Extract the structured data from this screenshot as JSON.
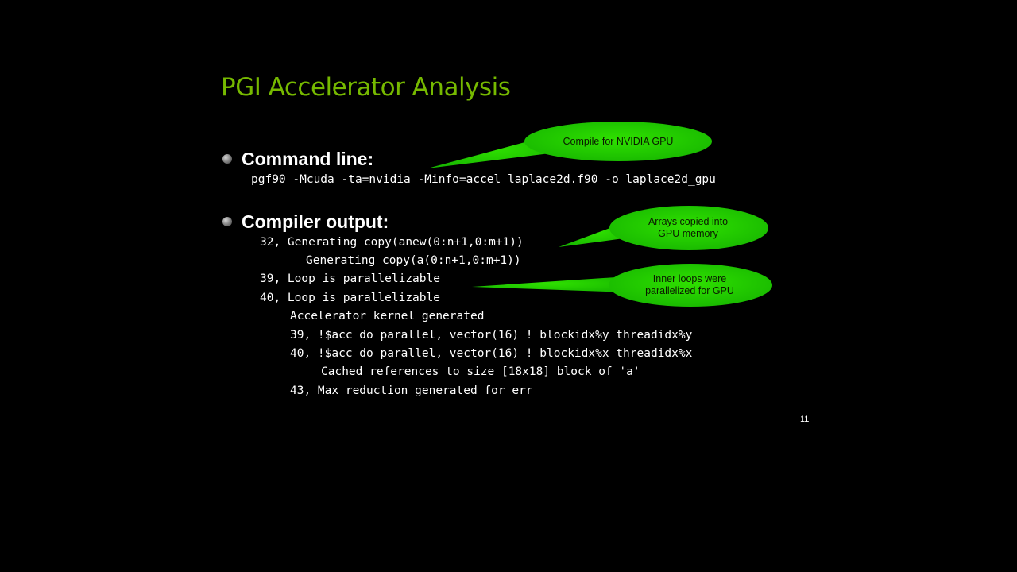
{
  "slide": {
    "title": "PGI Accelerator Analysis",
    "page_number": "11",
    "accent_color": "#76b900"
  },
  "command_section": {
    "heading": "Command line:",
    "command": "pgf90 -Mcuda -ta=nvidia -Minfo=accel laplace2d.f90 -o laplace2d_gpu"
  },
  "compiler_section": {
    "heading": "Compiler output:",
    "lines": [
      "32, Generating copy(anew(0:n+1,0:m+1))",
      "Generating copy(a(0:n+1,0:m+1))",
      "39, Loop is parallelizable",
      "40, Loop is parallelizable",
      "Accelerator kernel generated",
      "39, !$acc do parallel, vector(16) ! blockidx%y threadidx%y",
      "40, !$acc do parallel, vector(16) ! blockidx%x threadidx%x",
      "Cached references to size [18x18] block of 'a'",
      "43, Max reduction generated for err"
    ]
  },
  "callouts": {
    "compile": "Compile for NVIDIA GPU",
    "arrays_line1": "Arrays copied into",
    "arrays_line2": "GPU memory",
    "loops_line1": "Inner loops were",
    "loops_line2": "parallelized for GPU",
    "fill_color": "#22cc00"
  }
}
